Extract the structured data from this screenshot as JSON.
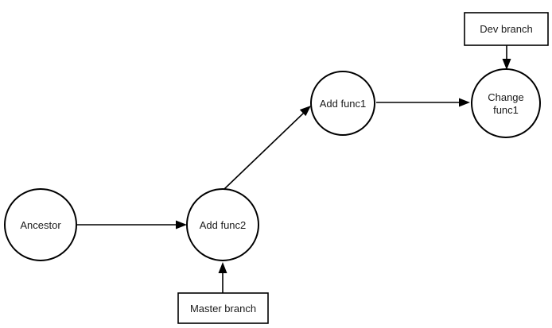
{
  "nodes": {
    "ancestor": {
      "lines": [
        "Ancestor"
      ]
    },
    "add_func2": {
      "lines": [
        "Add func2"
      ]
    },
    "add_func1": {
      "lines": [
        "Add func1"
      ]
    },
    "change_func1": {
      "lines": [
        "Change",
        "func1"
      ]
    }
  },
  "labels": {
    "master_branch": "Master branch",
    "dev_branch": "Dev branch"
  },
  "edges": [
    {
      "from": "Ancestor",
      "to": "Add func2"
    },
    {
      "from": "Add func2",
      "to": "Add func1"
    },
    {
      "from": "Add func1",
      "to": "Change func1"
    },
    {
      "from": "Master branch",
      "to": "Add func2"
    },
    {
      "from": "Dev branch",
      "to": "Change func1"
    }
  ],
  "colors": {
    "stroke": "#000000",
    "fill": "#ffffff",
    "text": "#1a1a1a"
  }
}
